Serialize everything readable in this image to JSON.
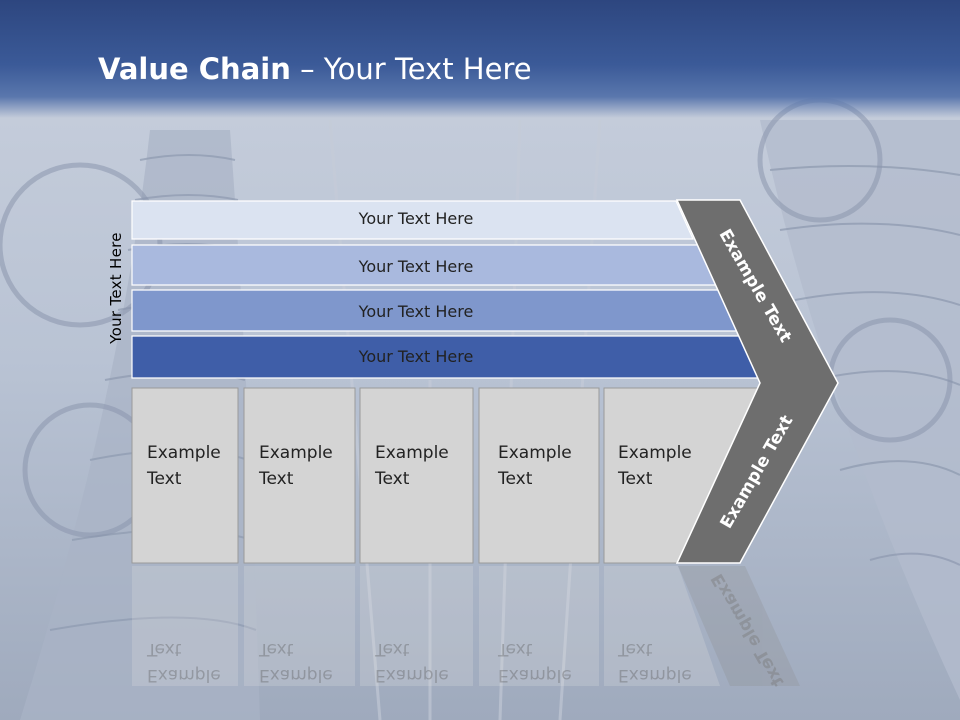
{
  "title": {
    "bold": "Value Chain",
    "rest": " – Your Text Here"
  },
  "side_label": "Your Text Here",
  "bars": [
    {
      "label": "Your Text Here",
      "color": "#dbe3f1"
    },
    {
      "label": "Your Text Here",
      "color": "#a9b9de"
    },
    {
      "label": "Your Text Here",
      "color": "#7f97cc"
    },
    {
      "label": "Your Text Here",
      "color": "#3f5ea8"
    }
  ],
  "cells": [
    {
      "line1": "Example",
      "line2": "Text"
    },
    {
      "line1": "Example",
      "line2": "Text"
    },
    {
      "line1": "Example",
      "line2": "Text"
    },
    {
      "line1": "Example",
      "line2": "Text"
    },
    {
      "line1": "Example",
      "line2": "Text"
    }
  ],
  "chevron": {
    "top_label": "Example Text",
    "bottom_label": "Example Text",
    "color": "#6e6e6e"
  },
  "colors": {
    "header": "#2d467f",
    "cell_fill": "#d4d4d4"
  }
}
